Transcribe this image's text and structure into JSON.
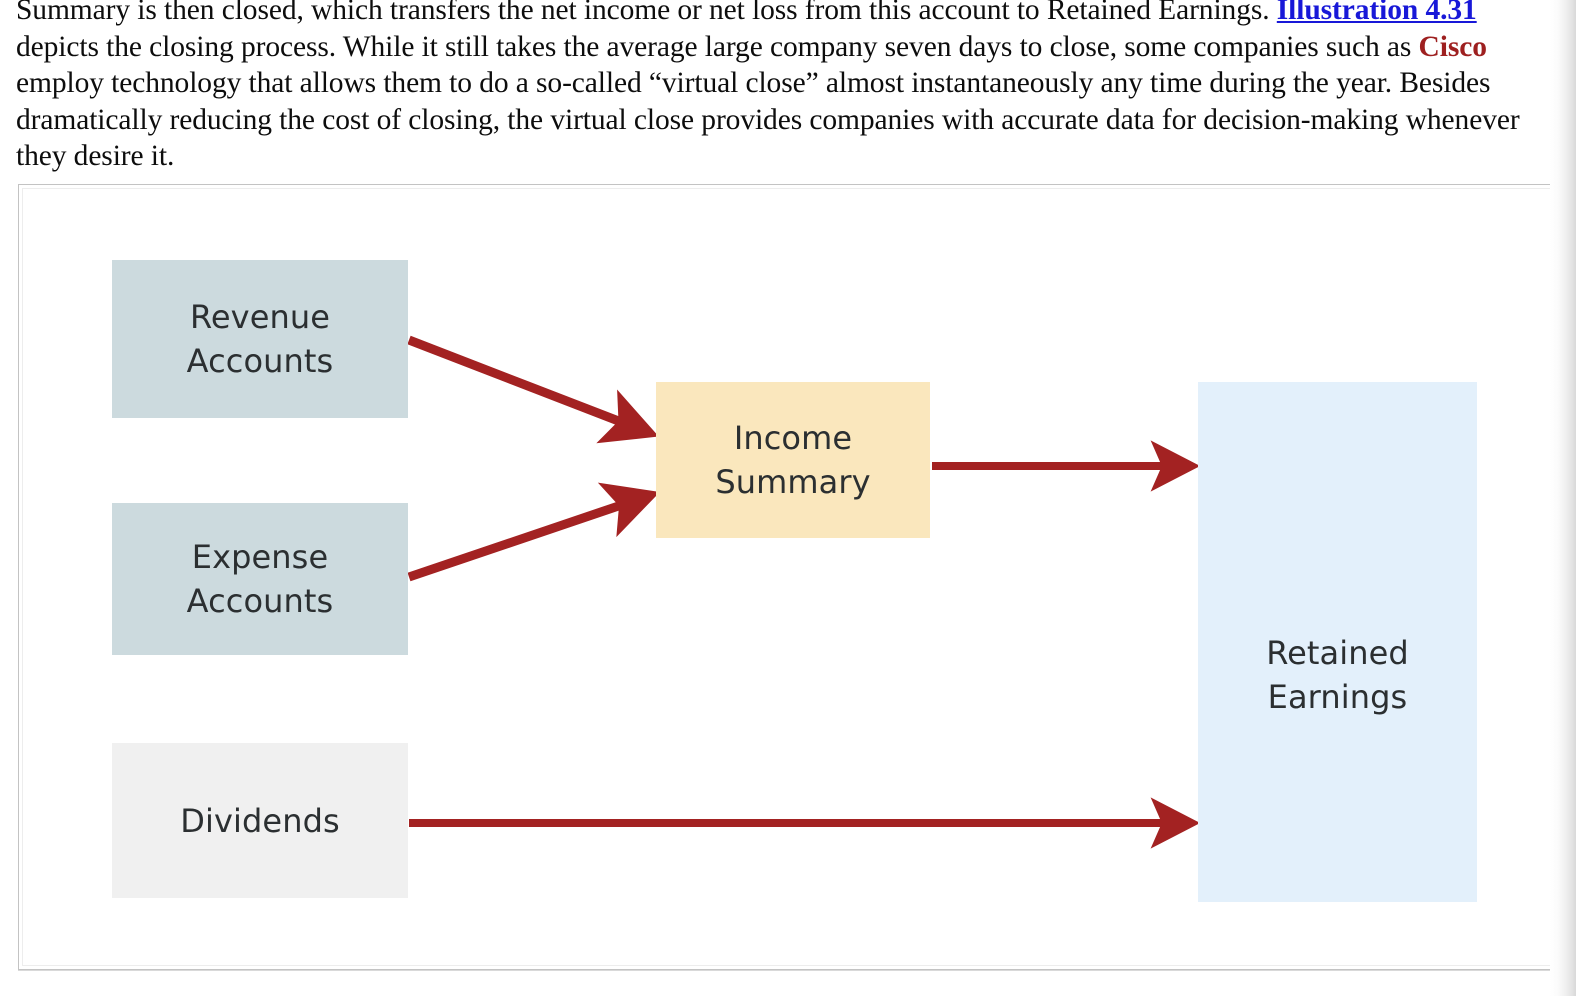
{
  "document": {
    "paragraph": {
      "line1": "Summary is then closed, which transfers the net income or net loss from this account to Retained Earnings.",
      "link_text": "Illustration 4.31",
      "after_link": " depicts the closing process. While it still takes the average large company seven days to close, some companies such as ",
      "brand_text": "Cisco",
      "after_brand": " employ technology that allows them to do a so-called “virtual close” almost instantaneously any time during the year. Besides dramatically reducing the cost of closing, the virtual close provides companies with accurate data for decision-making whenever they desire it."
    }
  },
  "colors": {
    "link": "#1818d8",
    "brand": "#9e2020",
    "arrow": "#a32222",
    "account_box": "#ccdade",
    "income_box": "#fae7bd",
    "retained_box": "#e3f0fb",
    "dividends_box": "#f0f0f0",
    "frame_border": "#c3c3c3",
    "text": "#2b2f31"
  },
  "diagram": {
    "nodes": {
      "revenue": "Revenue\nAccounts",
      "expense": "Expense\nAccounts",
      "dividends": "Dividends",
      "income_summary": "Income\nSummary",
      "retained_earnings": "Retained\nEarnings"
    },
    "arrows": [
      {
        "id": "revenue-to-income",
        "from": "Revenue Accounts",
        "to": "Income Summary",
        "direction": "down-right"
      },
      {
        "id": "expense-to-income",
        "from": "Expense Accounts",
        "to": "Income Summary",
        "direction": "up-right"
      },
      {
        "id": "income-to-retained",
        "from": "Income Summary",
        "to": "Retained Earnings",
        "direction": "right"
      },
      {
        "id": "dividends-to-retained",
        "from": "Dividends",
        "to": "Retained Earnings",
        "direction": "right"
      }
    ]
  }
}
